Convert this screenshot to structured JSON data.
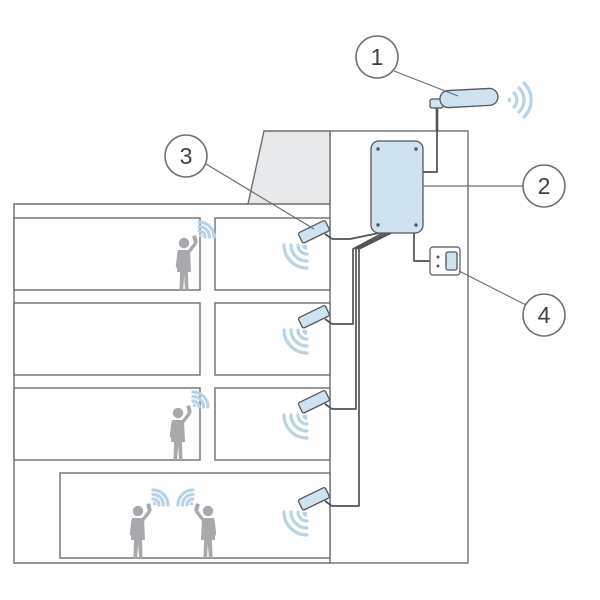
{
  "diagram": {
    "kind": "building-signal-booster-schematic",
    "callouts": [
      {
        "label": "1",
        "component": "outdoor-antenna"
      },
      {
        "label": "2",
        "component": "signal-booster"
      },
      {
        "label": "3",
        "component": "indoor-antenna"
      },
      {
        "label": "4",
        "component": "power-outlet"
      }
    ],
    "colors": {
      "background": "#ffffff",
      "outline": "#6d6e71",
      "device_fill": "#cfe2f0",
      "signal_wave": "#b9d3e6",
      "roof_fill": "#e8e9ea",
      "person": "#a7a9ac",
      "cable": "#4f5254"
    }
  }
}
